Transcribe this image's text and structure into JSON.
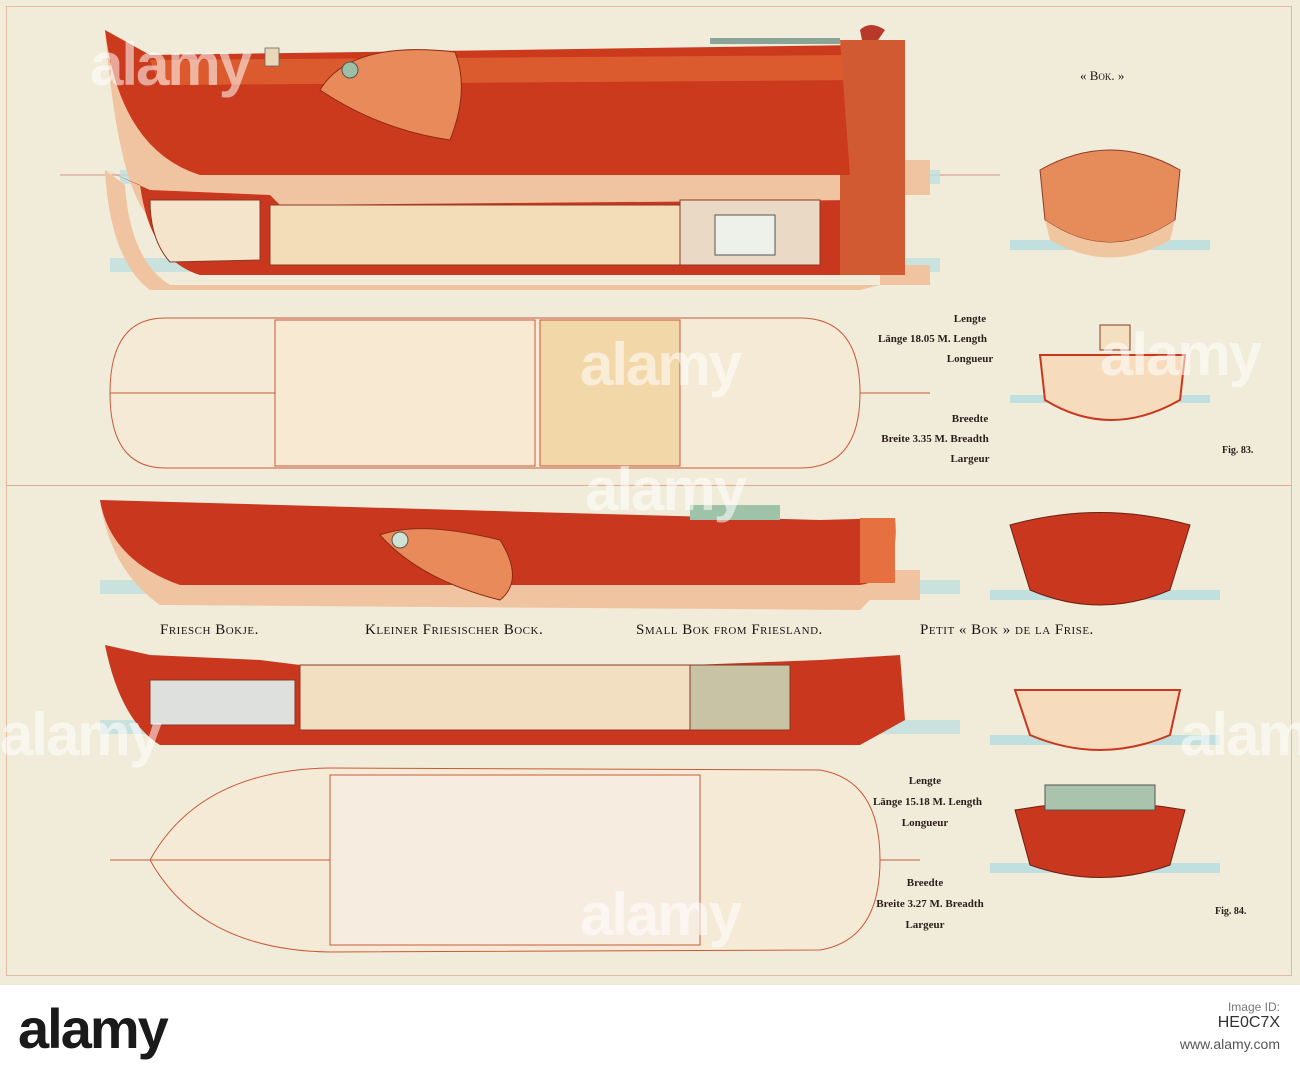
{
  "plate": {
    "bok_title": "« Bok. »",
    "fig83": {
      "length_nl": "Lengte",
      "length_line": "Länge 18.05 M. Length",
      "length_fr": "Longueur",
      "breadth_nl": "Breedte",
      "breadth_line": "Breite 3.35 M. Breadth",
      "breadth_fr": "Largeur",
      "label": "Fig. 83."
    },
    "captions": {
      "nl": "Friesch Bokje.",
      "de": "Kleiner Friesischer Bock.",
      "en": "Small Bok from Friesland.",
      "fr": "Petit « Bok » de la Frise."
    },
    "fig84": {
      "length_nl": "Lengte",
      "length_line": "Länge 15.18 M. Length",
      "length_fr": "Longueur",
      "breadth_nl": "Breedte",
      "breadth_line": "Breite 3.27 M. Breadth",
      "breadth_fr": "Largeur",
      "label": "Fig. 84."
    }
  },
  "watermark": "alamy",
  "footer": {
    "logo": "alamy",
    "image_code": "HE0C7X",
    "url": "www.alamy.com"
  },
  "colors": {
    "hull_red": "#c8371e",
    "hull_orange": "#e7824a",
    "water": "#bfe0de",
    "deck_line": "#c85a3a",
    "paper": "#f1ebda"
  }
}
